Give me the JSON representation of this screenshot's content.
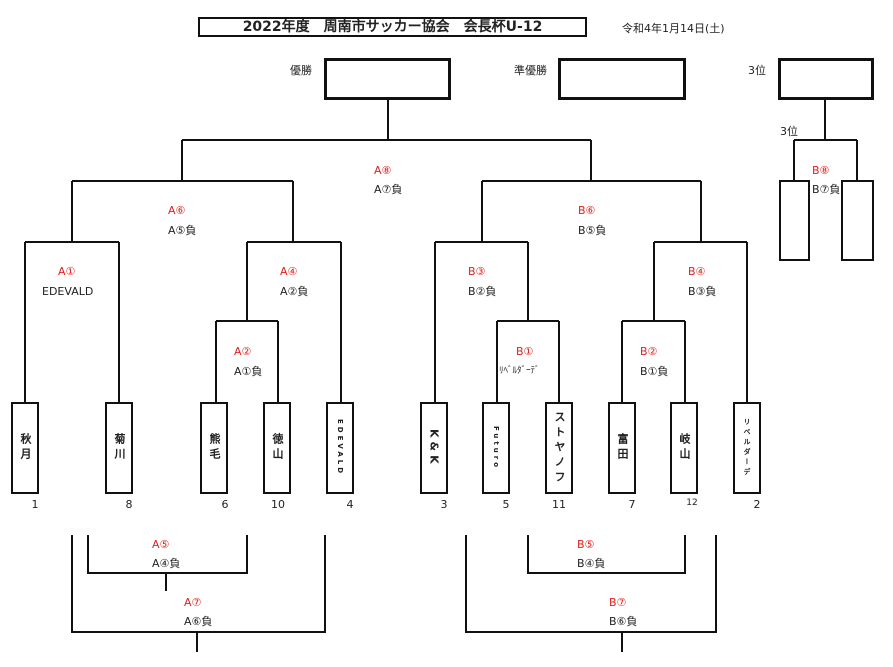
{
  "header": {
    "title": "2022年度　周南市サッカー協会　会長杯U-12",
    "date": "令和4年1月14日(土)"
  },
  "results": {
    "champion_label": "優勝",
    "runnerup_label": "準優勝",
    "third_label": "3位"
  },
  "third_place": {
    "label": "3位",
    "match": "B⑧",
    "sub": "B⑦負"
  },
  "matches": {
    "A8": {
      "label": "A⑧",
      "sub": "A⑦負"
    },
    "A6": {
      "label": "A⑥",
      "sub": "A⑤負"
    },
    "B6": {
      "label": "B⑥",
      "sub": "B⑤負"
    },
    "A1": {
      "label": "A①",
      "sub": "EDEVALD"
    },
    "A4": {
      "label": "A④",
      "sub": "A②負"
    },
    "A2": {
      "label": "A②",
      "sub": "A①負"
    },
    "B3": {
      "label": "B③",
      "sub": "B②負"
    },
    "B4": {
      "label": "B④",
      "sub": "B③負"
    },
    "B1": {
      "label": "B①",
      "sub": "ﾘﾍﾞﾙﾀﾞｰﾃﾞ"
    },
    "B2": {
      "label": "B②",
      "sub": "B①負"
    },
    "A5": {
      "label": "A⑤",
      "sub": "A④負"
    },
    "A7": {
      "label": "A⑦",
      "sub": "A⑥負"
    },
    "B5": {
      "label": "B⑤",
      "sub": "B④負"
    },
    "B7": {
      "label": "B⑦",
      "sub": "B⑥負"
    }
  },
  "teams": [
    {
      "name": "秋月",
      "seed": "1"
    },
    {
      "name": "菊川",
      "seed": "8"
    },
    {
      "name": "熊毛",
      "seed": "6"
    },
    {
      "name": "徳山",
      "seed": "10"
    },
    {
      "name": "EDEVALD",
      "seed": "4"
    },
    {
      "name": "K&K",
      "seed": "3"
    },
    {
      "name": "Futuro",
      "seed": "5"
    },
    {
      "name": "ストヤノフ",
      "seed": "11"
    },
    {
      "name": "富田",
      "seed": "7"
    },
    {
      "name": "岐山",
      "seed": "12"
    },
    {
      "name": "リベルダーデ",
      "seed": "2"
    }
  ]
}
